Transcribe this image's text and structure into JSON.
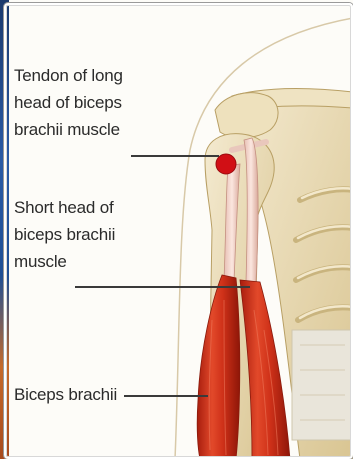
{
  "labels": {
    "tendon": {
      "line1": "Tendon of long",
      "line2": "head of biceps",
      "line3": "brachii muscle"
    },
    "short_head": {
      "line1": "Short head of",
      "line2": "biceps brachii",
      "line3": "muscle"
    },
    "biceps": {
      "line1": "Biceps brachii"
    }
  },
  "colors": {
    "bone": "#eadcae",
    "bone_shadow": "#c9b47e",
    "muscle": "#d63a1f",
    "muscle_dark": "#a51e10",
    "tendon": "#f2d6cf",
    "marker": "#d10f15"
  }
}
